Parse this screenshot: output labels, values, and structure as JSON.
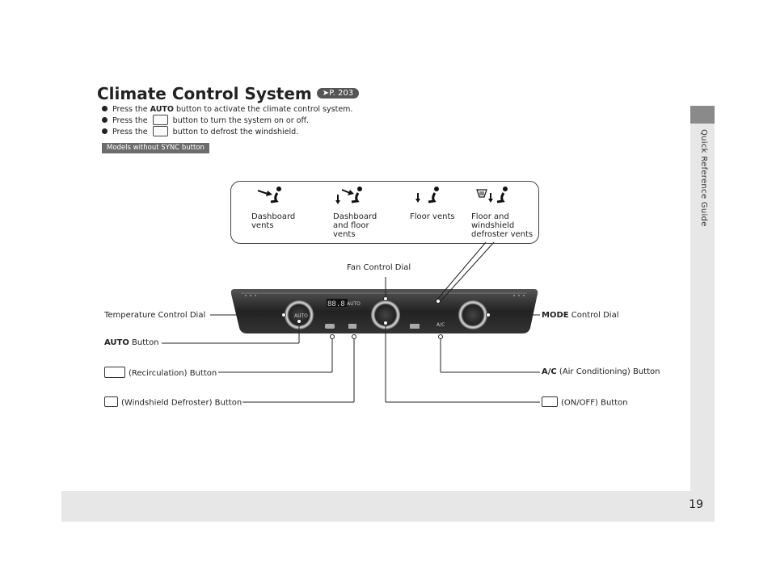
{
  "side_tab": {
    "label": "Quick Reference Guide"
  },
  "page_number": "19",
  "title": {
    "text": "Climate Control System",
    "ref": "P. 203"
  },
  "bullets": [
    {
      "pre": "Press the ",
      "bold": "AUTO",
      "post": " button to activate the climate control system."
    },
    {
      "pre": "Press the ",
      "icon": "on-off-button-icon",
      "post": " button to turn the system on or off."
    },
    {
      "pre": "Press the ",
      "icon": "front-defrost-button-icon",
      "post": " button to defrost the windshield."
    }
  ],
  "models_badge": "Models without SYNC button",
  "modes": [
    {
      "label": "Dashboard\nvents",
      "icon": "dashboard-vents-icon"
    },
    {
      "label": "Dashboard\nand floor\nvents",
      "icon": "dashboard-floor-vents-icon"
    },
    {
      "label": "Floor vents",
      "icon": "floor-vents-icon"
    },
    {
      "label": "Floor and\nwindshield\ndefroster vents",
      "icon": "floor-windshield-defroster-icon"
    }
  ],
  "callouts": {
    "fan_dial": "Fan Control Dial",
    "temp_dial": "Temperature Control Dial",
    "mode_dial_bold": "MODE",
    "mode_dial": " Control Dial",
    "auto_bold": "AUTO",
    "auto": " Button",
    "recirc": "(Recirculation) Button",
    "ac_bold": "A/C",
    "ac": " (Air Conditioning) Button",
    "defrost": "(Windshield Defroster) Button",
    "onoff": "(ON/OFF) Button"
  },
  "panel": {
    "display": "88.8",
    "display_mode": "AUTO",
    "ac_label": "A/C",
    "auto_label": "AUTO"
  },
  "colors": {
    "tab_gray": "#e7e7e7",
    "tab_dark": "#8a8a8a",
    "badge": "#6c6c6c"
  }
}
